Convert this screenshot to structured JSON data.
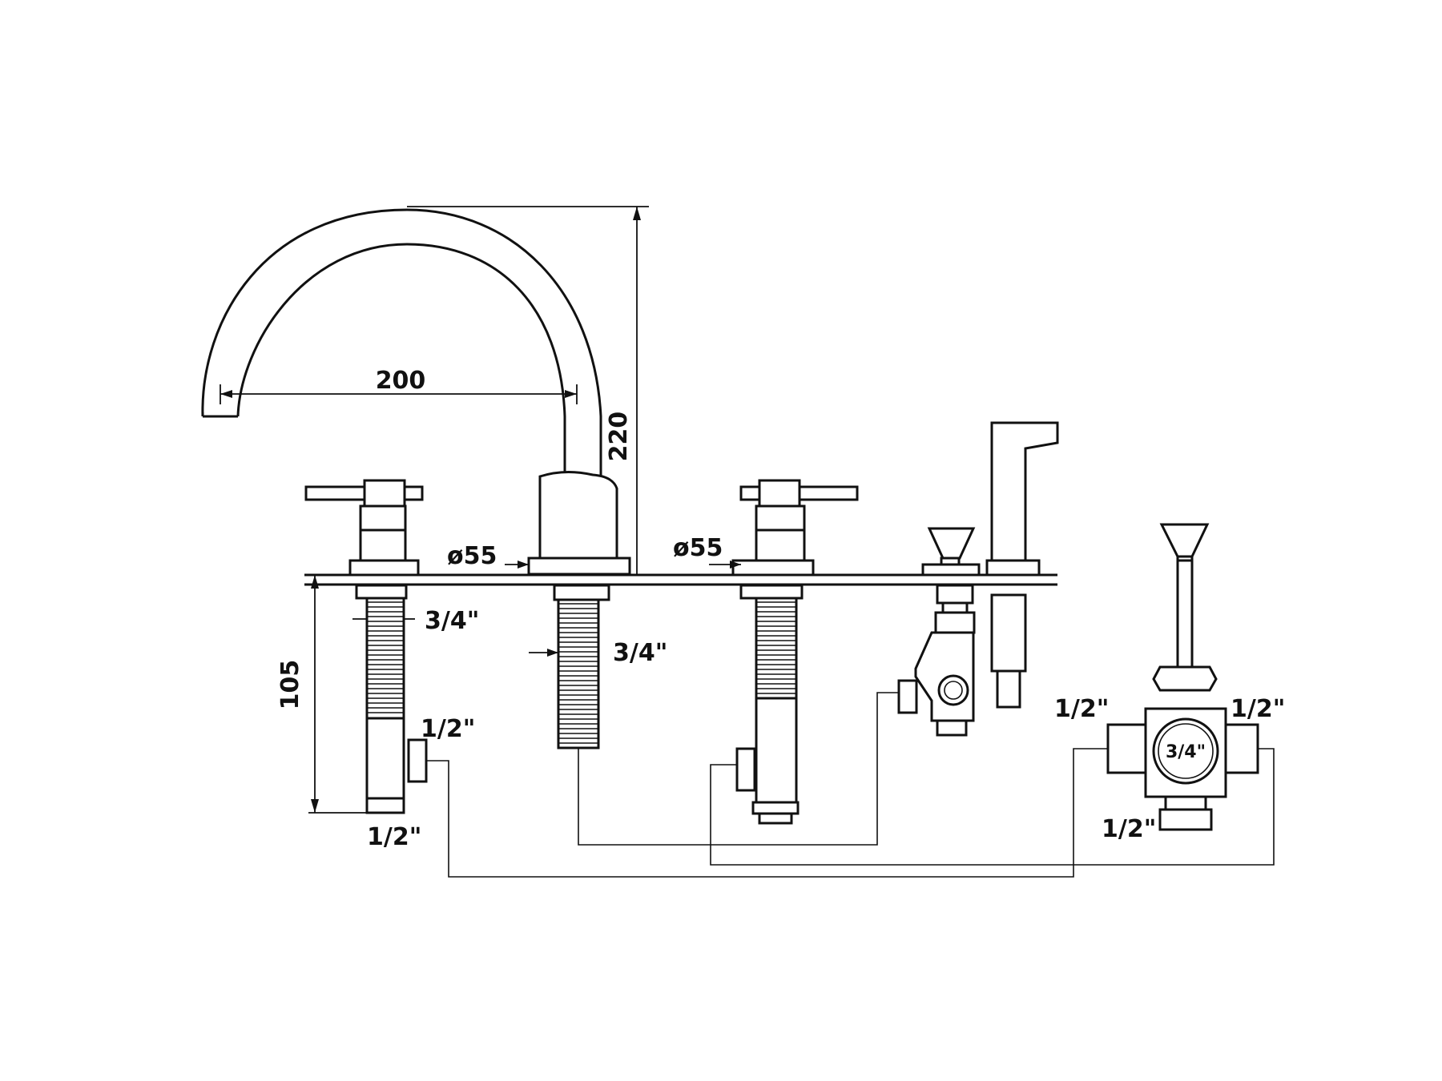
{
  "drawing": {
    "spout_reach": "200",
    "spout_height": "220",
    "body_depth": "105",
    "deck_diameter_left": "ø55",
    "deck_diameter_right": "ø55",
    "valve_thread_left": "3/4\"",
    "spout_thread": "3/4\"",
    "valve_outlet_left": "1/2\"",
    "valve_bottom_left": "1/2\"",
    "diverter_center": "3/4\"",
    "diverter_left": "1/2\"",
    "diverter_right": "1/2\"",
    "diverter_bottom": "1/2\""
  }
}
